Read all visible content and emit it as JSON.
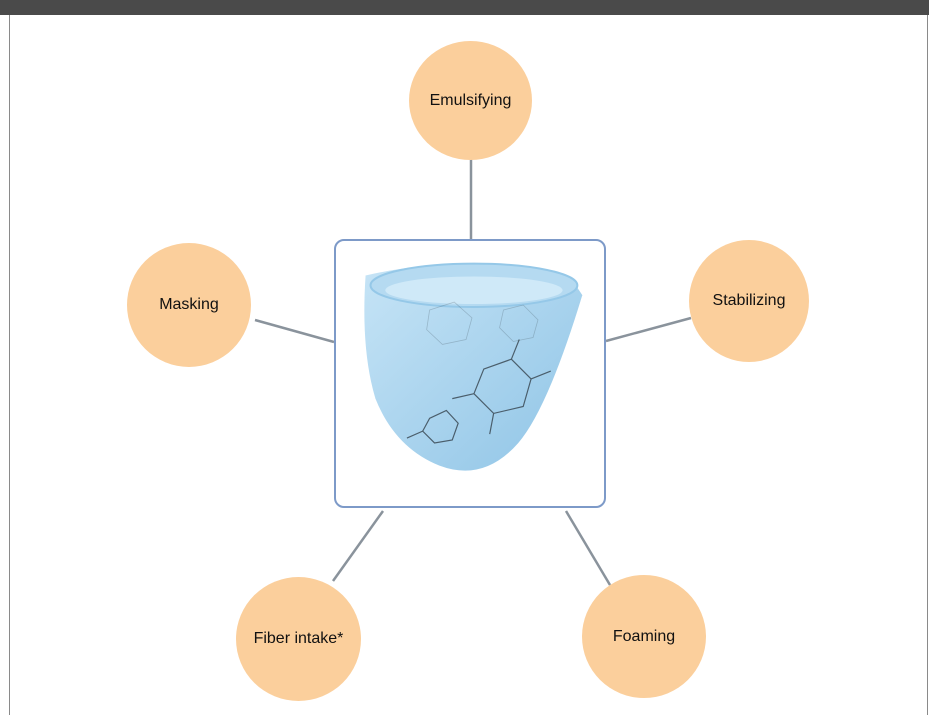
{
  "header": {
    "title": ""
  },
  "diagram": {
    "nodes": [
      {
        "id": "emulsifying",
        "label": "Emulsifying"
      },
      {
        "id": "stabilizing",
        "label": "Stabilizing"
      },
      {
        "id": "foaming",
        "label": "Foaming"
      },
      {
        "id": "fiber",
        "label": "Fiber intake*"
      },
      {
        "id": "masking",
        "label": "Masking"
      }
    ],
    "center": {
      "image": "cyclodextrin-cone-illustration"
    }
  },
  "colors": {
    "node_fill": "#fbcf9c",
    "connector": "#8a939c",
    "box_border": "#7d9ac8",
    "cone_blue": "#a9d3ee"
  }
}
